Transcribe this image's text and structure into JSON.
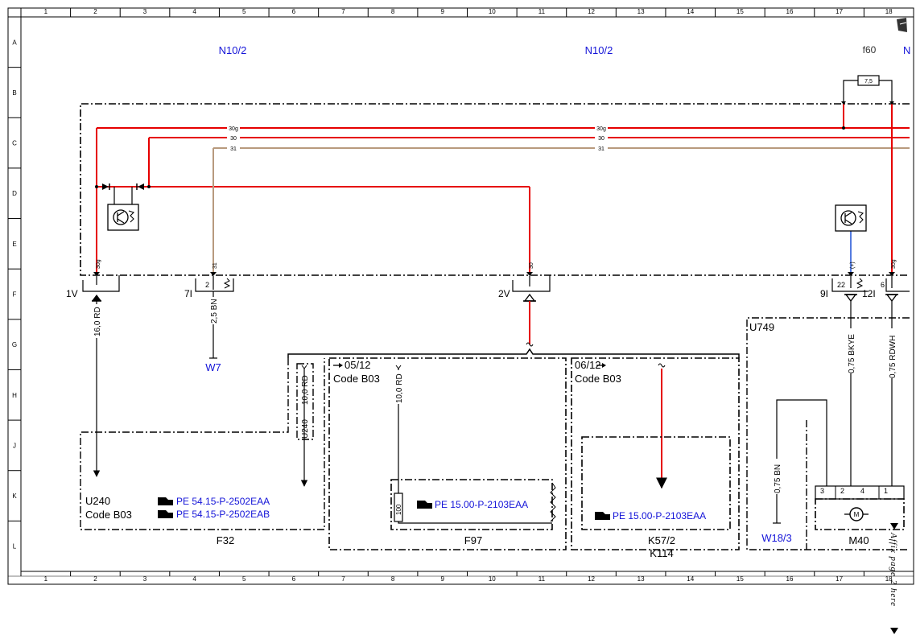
{
  "grid": {
    "columns": [
      "1",
      "2",
      "3",
      "4",
      "5",
      "6",
      "7",
      "8",
      "9",
      "10",
      "11",
      "12",
      "13",
      "14",
      "15",
      "16",
      "17",
      "18"
    ],
    "rows": [
      "A",
      "B",
      "C",
      "D",
      "E",
      "F",
      "G",
      "H",
      "J",
      "K",
      "L"
    ]
  },
  "components": {
    "n10_2_left": "N10/2",
    "n10_2_right": "N10/2",
    "n_edge": "N",
    "fuse_f60": "f60",
    "fuse_f60_rating": "7,5",
    "u749": "U749",
    "u240": "U240",
    "u240_code": "Code B03",
    "f32": "F32",
    "f97": "F97",
    "k57_2": "K57/2",
    "k114": "K114",
    "m40": "M40",
    "m40_symbol": "M",
    "w7": "W7",
    "w18_3": "W18/3"
  },
  "buses": {
    "bus_30g": "30g",
    "bus_30": "30",
    "bus_31": "31"
  },
  "pins": {
    "pin_30g_left": "30g",
    "pin_31": "31",
    "pin_30_mid": "30",
    "pin_plus": "(+)",
    "pin_30g_right": "30g",
    "pin_2_left": "2",
    "pin_22": "22",
    "pin_6": "6",
    "m40_pin_3": "3",
    "m40_pin_2": "2",
    "m40_pin_4": "4",
    "m40_pin_1": "1",
    "res_100": "100"
  },
  "connectors": {
    "c1v": "1V",
    "c7i": "7I",
    "c2v": "2V",
    "c9i": "9I",
    "c12i": "12I"
  },
  "wires": {
    "w_16_rd": "16,0 RD",
    "w_2_5_bn": "2,5 BN",
    "w_10_rd_a": "10,0 RD",
    "u240_tag": "U240",
    "w_10_rd_b": "10,0 RD",
    "w_075_bkye": "0,75 BKYE",
    "w_075_rdwh": "0,75 RDWH",
    "w_075_bn": "0,75 BN"
  },
  "variants": {
    "v_0512": "05/12",
    "v_0512_code": "Code B03",
    "v_0612": "06/12",
    "v_0612_code": "Code B03"
  },
  "refs": {
    "ref_pe_2502eaa": "PE 54.15-P-2502EAA",
    "ref_pe_2502eab": "PE 54.15-P-2502EAB",
    "ref_pe_2103_f97": "PE 15.00-P-2103EAA",
    "ref_pe_2103_k57": "PE 15.00-P-2103EAA"
  },
  "notes": {
    "affix": "Affix page 2 here"
  },
  "colors": {
    "rd": "#e60000",
    "bn": "#b89a7e",
    "bu": "#1a4fd6",
    "text_blue": "#1414d8"
  }
}
